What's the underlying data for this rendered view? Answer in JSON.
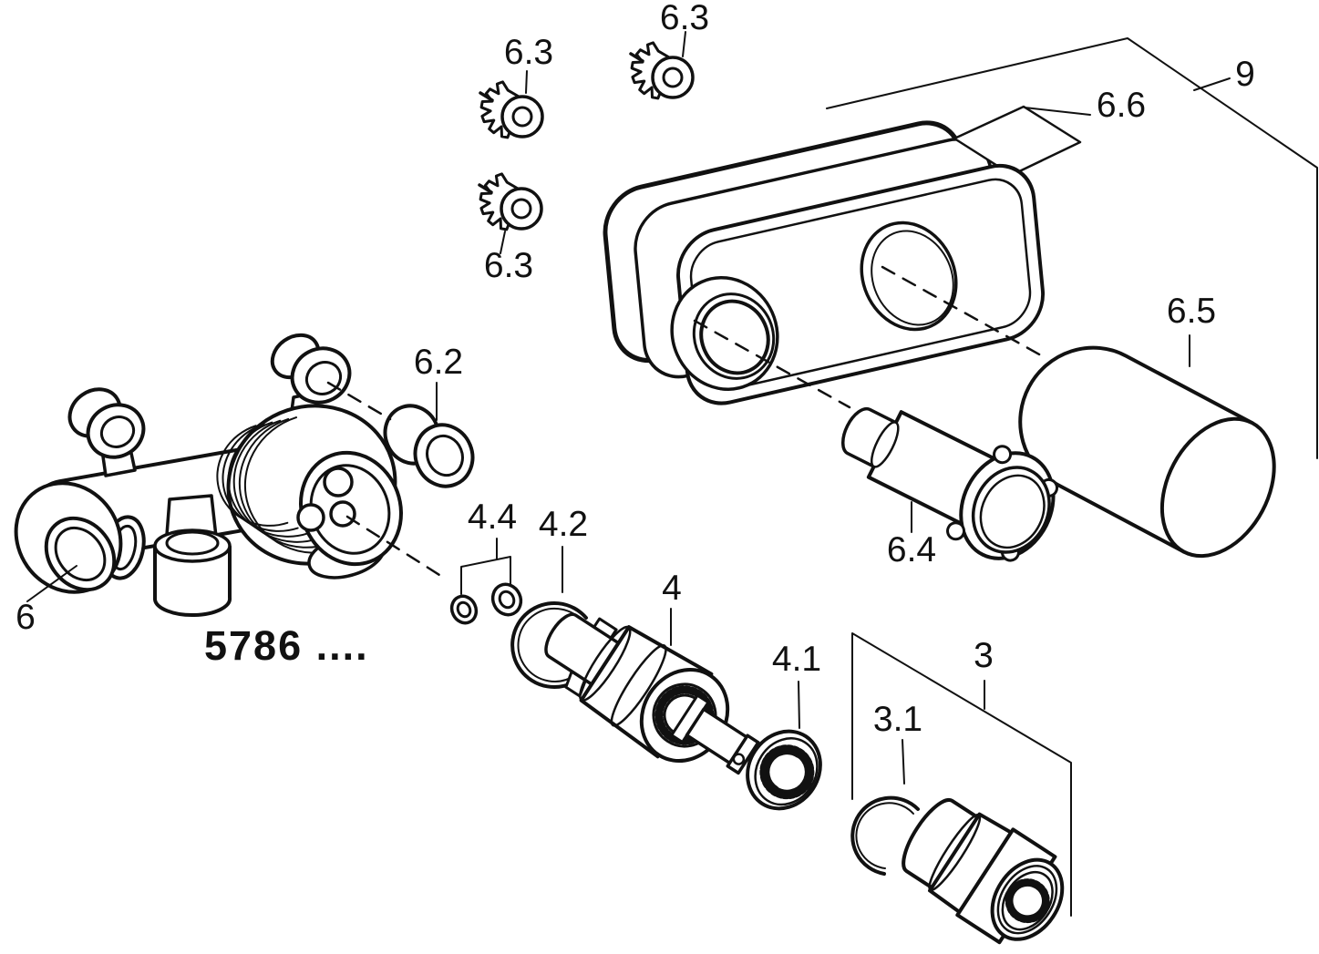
{
  "diagram": {
    "title_code": "5786 ....",
    "colors": {
      "line": "#111111",
      "background": "#ffffff"
    },
    "labels": {
      "gear_top": "6.3",
      "gear_upper_right": "6.3",
      "gear_lower": "6.3",
      "group_9": "9",
      "gasket_6_6": "6.6",
      "handle_6_5": "6.5",
      "adapter_6_4": "6.4",
      "bushing_6_2": "6.2",
      "body_6": "6",
      "orings_4_4": "4.4",
      "circlip_4_2": "4.2",
      "cartridge_4": "4",
      "ring_nut_4_1": "4.1",
      "connector_group_3": "3",
      "snap_ring_3_1": "3.1"
    }
  }
}
